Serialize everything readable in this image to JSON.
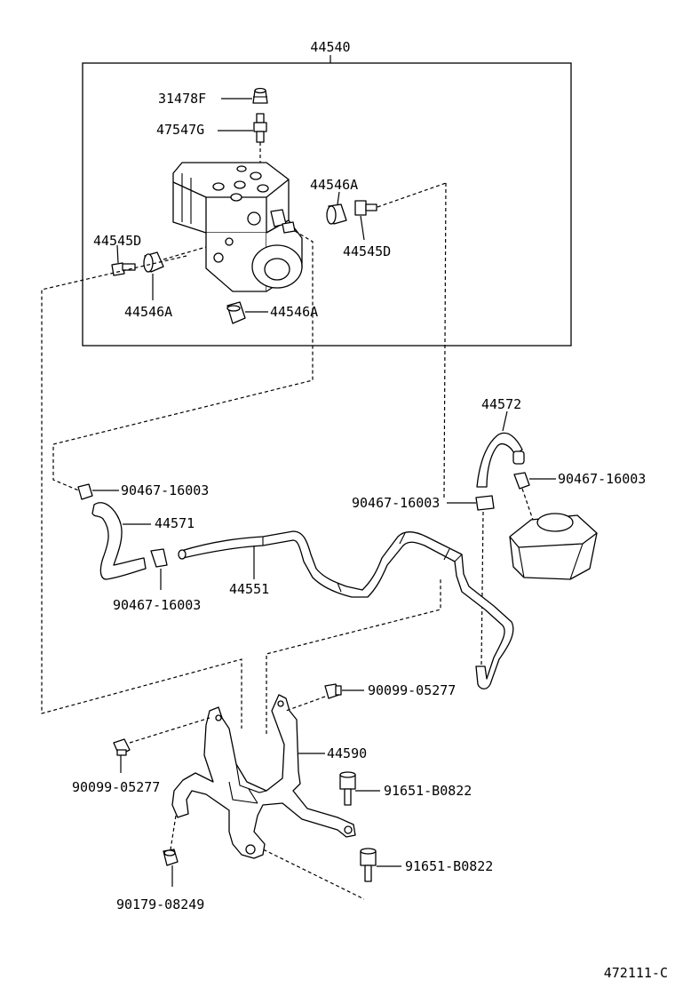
{
  "title_label": "44540",
  "diagram_id": "472111-C",
  "labels": {
    "p31478F": "31478F",
    "p47547G": "47547G",
    "p44546A_top": "44546A",
    "p44545D_right": "44545D",
    "p44545D_left": "44545D",
    "p44546A_left": "44546A",
    "p44546A_bottom": "44546A",
    "p44572": "44572",
    "p90467_right": "90467-16003",
    "p90467_mid": "90467-16003",
    "p90467_left": "90467-16003",
    "p44571": "44571",
    "p90467_lower": "90467-16003",
    "p44551": "44551",
    "p90099_right": "90099-05277",
    "p44590": "44590",
    "p90099_left": "90099-05277",
    "p91651_upper": "91651-B0822",
    "p91651_lower": "91651-B0822",
    "p90179": "90179-08249"
  },
  "icons": [
    "actuator-icon",
    "reservoir-icon",
    "bracket-icon",
    "hose-icon",
    "tube-icon",
    "clip-icon",
    "bolt-icon",
    "nut-icon",
    "grommet-icon"
  ]
}
